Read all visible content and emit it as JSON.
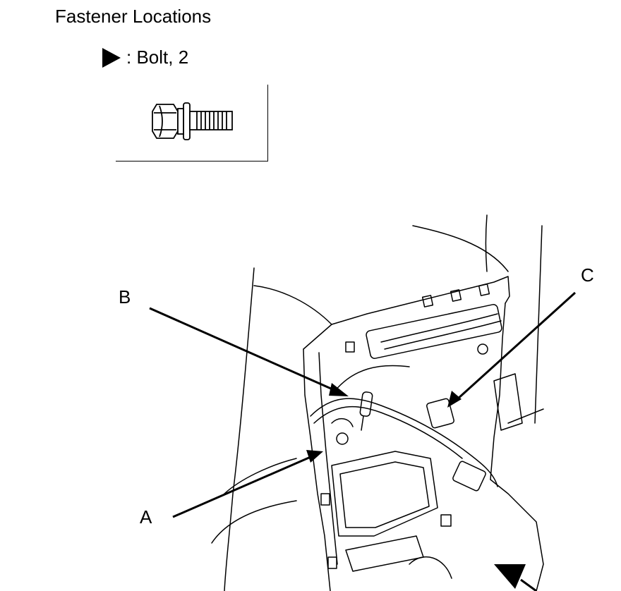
{
  "title": "Fastener Locations",
  "legend": {
    "label": ": Bolt, 2"
  },
  "callouts": {
    "a": "A",
    "b": "B",
    "c": "C"
  }
}
